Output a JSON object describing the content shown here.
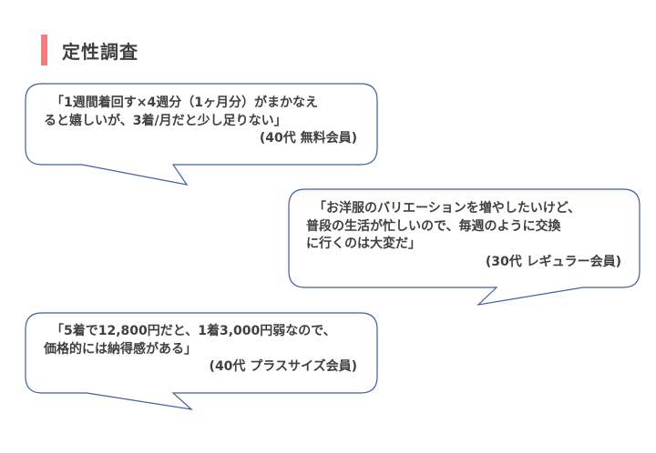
{
  "title": "定性調査",
  "accent_color": "#f77b7b",
  "border_color": "#3f5f9f",
  "quotes": [
    {
      "lines": [
        "「1週間着回す×4週分（1ヶ月分）がまかなえ",
        "ると嬉しいが、3着/月だと少し足りない」"
      ],
      "attribution": "(40代 無料会員)"
    },
    {
      "lines": [
        "「お洋服のバリエーションを増やしたいけど、",
        "普段の生活が忙しいので、毎週のように交換",
        "に行くのは大変だ」"
      ],
      "attribution": "(30代 レギュラー会員)"
    },
    {
      "lines": [
        "「5着で12,800円だと、1着3,000円弱なので、",
        "価格的には納得感がある」"
      ],
      "attribution": "(40代 プラスサイズ会員)"
    }
  ]
}
